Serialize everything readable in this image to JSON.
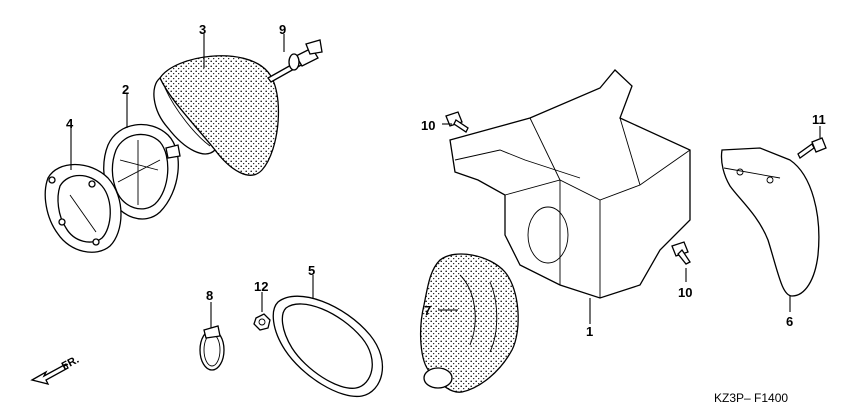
{
  "diagram": {
    "drawing_code": "KZ3P– F1400",
    "direction_label": "FR.",
    "callouts": {
      "c1": "1",
      "c2": "2",
      "c3": "3",
      "c4": "4",
      "c5": "5",
      "c6": "6",
      "c7": "7",
      "c8": "8",
      "c9": "9",
      "c10a": "10",
      "c10b": "10",
      "c11": "11",
      "c12": "12"
    }
  }
}
